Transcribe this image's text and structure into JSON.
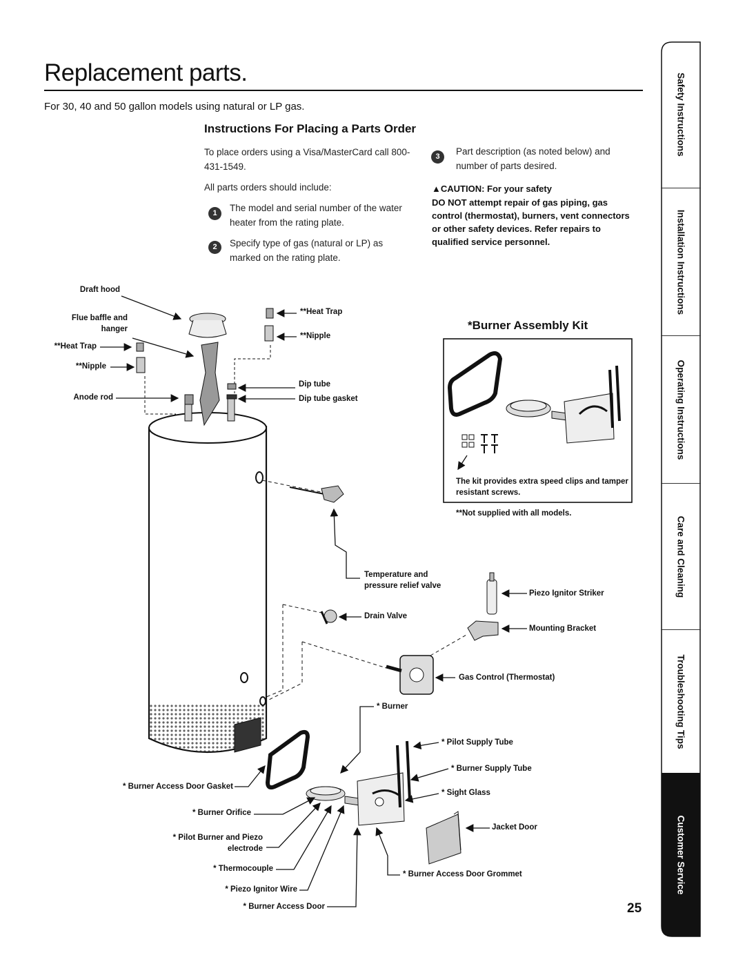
{
  "page": {
    "title": "Replacement parts.",
    "subtitle": "For 30, 40 and 50 gallon models using natural or LP gas.",
    "page_number": "25"
  },
  "order_section": {
    "heading": "Instructions For Placing a Parts Order",
    "intro": "To place orders using a Visa/MasterCard call 800-431-1549.",
    "include_text": "All parts orders should include:",
    "steps": [
      {
        "number": "1",
        "text": "The model and serial number of the water heater from the rating plate."
      },
      {
        "number": "2",
        "text": "Specify type of gas (natural or LP) as marked on the rating plate."
      },
      {
        "number": "3",
        "text": "Part description (as noted below) and number of parts desired."
      }
    ],
    "caution_title": "CAUTION: For your safety",
    "caution_text": "DO NOT attempt repair of gas piping, gas control (thermostat), burners, vent connectors or other safety devices. Refer repairs to qualified service personnel."
  },
  "kit": {
    "heading": "*Burner Assembly Kit",
    "note": "The kit provides extra speed clips and tamper resistant screws.",
    "footnote": "**Not supplied with all models."
  },
  "labels": {
    "draft_hood": "Draft hood",
    "flue_baffle": "Flue baffle and hanger",
    "heat_trap_left": "**Heat Trap",
    "nipple_left": "**Nipple",
    "anode_rod": "Anode rod",
    "heat_trap_right": "**Heat Trap",
    "nipple_right": "**Nipple",
    "dip_tube": "Dip tube",
    "dip_tube_gasket": "Dip tube gasket",
    "tp_valve": "Temperature and pressure relief valve",
    "drain_valve": "Drain Valve",
    "piezo_striker": "Piezo Ignitor Striker",
    "mounting_bracket": "Mounting Bracket",
    "gas_control": "Gas Control (Thermostat)",
    "burner": "* Burner",
    "pilot_supply": "* Pilot Supply Tube",
    "burner_supply": "* Burner Supply Tube",
    "sight_glass": "* Sight Glass",
    "jacket_door": "Jacket Door",
    "door_grommet": "* Burner Access Door Grommet",
    "door_gasket": "* Burner Access Door Gasket",
    "burner_orifice": "* Burner Orifice",
    "pilot_burner": "* Pilot Burner and Piezo electrode",
    "thermocouple": "* Thermocouple",
    "piezo_wire": "* Piezo Ignitor Wire",
    "access_door": "* Burner Access Door"
  },
  "sidebar": {
    "tabs": [
      {
        "label": "Safety Instructions",
        "active": false
      },
      {
        "label": "Installation Instructions",
        "active": false
      },
      {
        "label": "Operating Instructions",
        "active": false
      },
      {
        "label": "Care and Cleaning",
        "active": false
      },
      {
        "label": "Troubleshooting Tips",
        "active": false
      },
      {
        "label": "Customer Service",
        "active": true
      }
    ]
  }
}
